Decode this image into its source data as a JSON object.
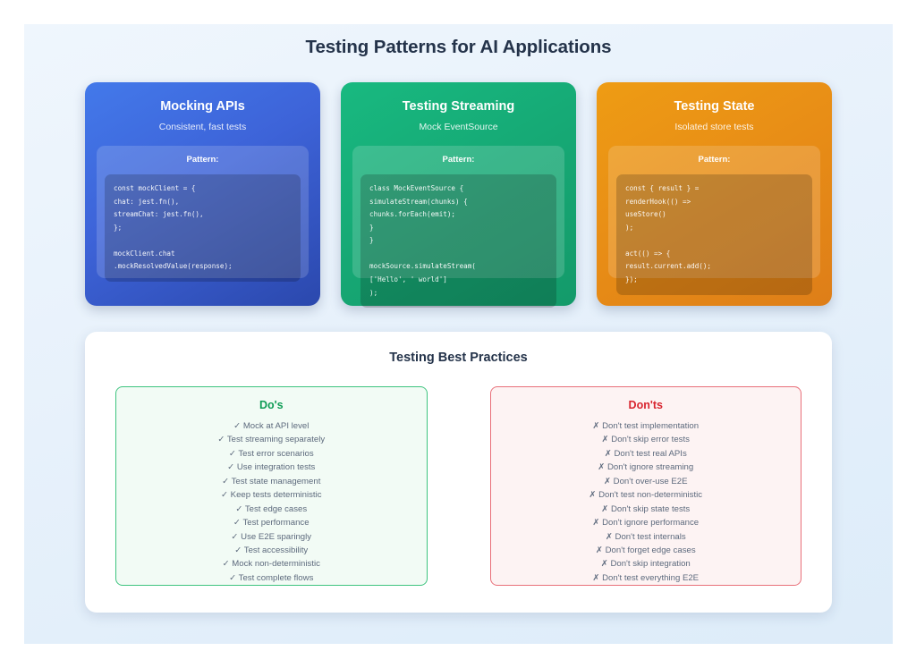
{
  "page": {
    "title": "Testing Patterns for AI Applications",
    "background_color": "#e7f1fb"
  },
  "cards": [
    {
      "id": "mocking-apis",
      "title": "Mocking APIs",
      "subtitle": "Consistent, fast tests",
      "pattern_label": "Pattern:",
      "accent_color": "#3d63d8",
      "code": "const mockClient = {\nchat: jest.fn(),\nstreamChat: jest.fn(),\n};\n\nmockClient.chat\n.mockResolvedValue(response);"
    },
    {
      "id": "testing-streaming",
      "title": "Testing Streaming",
      "subtitle": "Mock EventSource",
      "pattern_label": "Pattern:",
      "accent_color": "#16a975",
      "code": "class MockEventSource {\nsimulateStream(chunks) {\nchunks.forEach(emit);\n}\n}\n\nmockSource.simulateStream(\n['Hello', ' world']\n);"
    },
    {
      "id": "testing-state",
      "title": "Testing State",
      "subtitle": "Isolated store tests",
      "pattern_label": "Pattern:",
      "accent_color": "#e88d16",
      "code": "const { result } =\nrenderHook(() =>\nuseStore()\n);\n\nact(() => {\nresult.current.add();\n});"
    }
  ],
  "practices": {
    "title": "Testing Best Practices",
    "dos": {
      "heading": "Do's",
      "mark": "✓",
      "color": "#0f9c55",
      "items": [
        "Mock at API level",
        "Test streaming separately",
        "Test error scenarios",
        "Use integration tests",
        "Test state management",
        "Keep tests deterministic",
        "Test edge cases",
        "Test performance",
        "Use E2E sparingly",
        "Test accessibility",
        "Mock non-deterministic",
        "Test complete flows"
      ]
    },
    "donts": {
      "heading": "Don'ts",
      "mark": "✗",
      "color": "#d8242e",
      "items": [
        "Don't test implementation",
        "Don't skip error tests",
        "Don't test real APIs",
        "Don't ignore streaming",
        "Don't over-use E2E",
        "Don't test non-deterministic",
        "Don't skip state tests",
        "Don't ignore performance",
        "Don't test internals",
        "Don't forget edge cases",
        "Don't skip integration",
        "Don't test everything E2E"
      ]
    }
  }
}
